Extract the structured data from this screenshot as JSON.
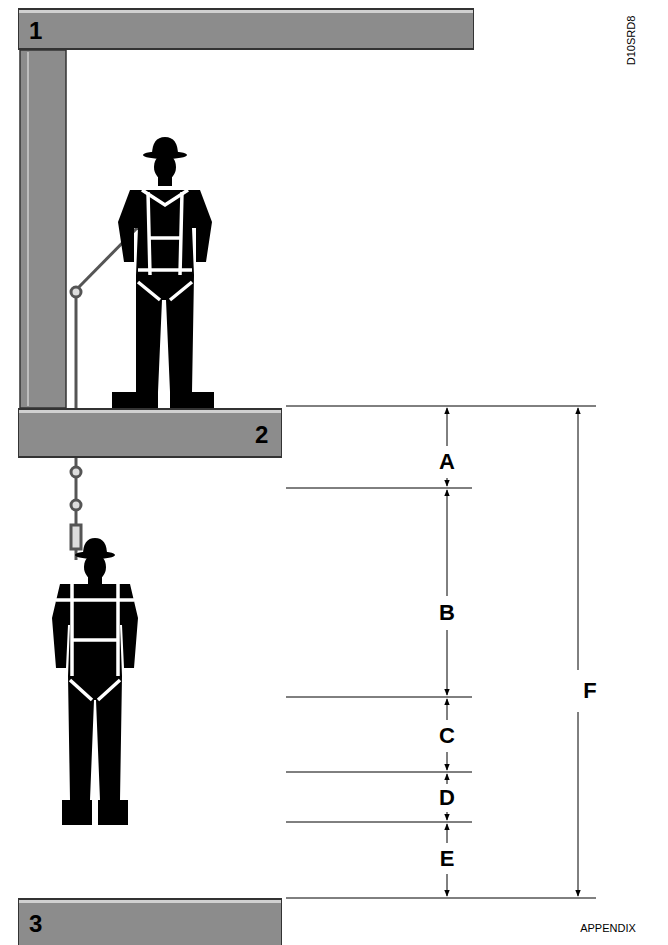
{
  "diagram": {
    "nodes": [
      {
        "text": [
          "1"
        ]
      },
      {
        "text": [
          "2"
        ]
      },
      {
        "text": [
          "3"
        ]
      }
    ],
    "labels": [
      "A",
      "B",
      "C",
      "D",
      "E",
      "F",
      "D10SRD8",
      "APPENDIX"
    ]
  }
}
